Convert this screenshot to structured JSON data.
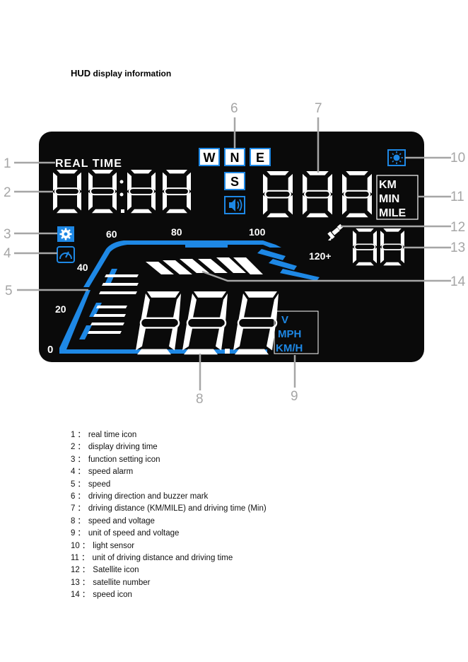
{
  "page": {
    "title_bold": "HUD",
    "title_rest": "display information"
  },
  "callouts": [
    "1",
    "2",
    "3",
    "4",
    "5",
    "6",
    "7",
    "8",
    "9",
    "10",
    "11",
    "12",
    "13",
    "14"
  ],
  "display": {
    "real_time_label": "REAL TIME",
    "directions": [
      "W",
      "N",
      "E",
      "S"
    ],
    "distance_units": [
      "KM",
      "MIN",
      "MILE"
    ],
    "speed_units": [
      "V",
      "MPH",
      "KM/H"
    ],
    "scale_labels": [
      "0",
      "20",
      "40",
      "60",
      "80",
      "100",
      "120+"
    ],
    "colors": {
      "screen_bg": "#0a0a0a",
      "accent_blue": "#1e88e5",
      "segment_white": "#ffffff",
      "callout_gray": "#a6a6a6"
    },
    "icons": [
      "gear-icon",
      "gauge-icon",
      "speaker-icon",
      "sun-icon",
      "satellite-icon"
    ]
  },
  "legend": [
    {
      "num": "1",
      "sep": "：",
      "text": "real time icon"
    },
    {
      "num": "2",
      "sep": "：",
      "text": "display driving time"
    },
    {
      "num": "3",
      "sep": "：",
      "text": "function setting icon"
    },
    {
      "num": "4",
      "sep": "：",
      "text": "speed alarm"
    },
    {
      "num": "5",
      "sep": "：",
      "text": "speed"
    },
    {
      "num": "6",
      "sep": "：",
      "text": "driving direction and buzzer mark"
    },
    {
      "num": "7",
      "sep": "：",
      "text": "driving distance (KM/MILE) and driving time (Min)"
    },
    {
      "num": "8",
      "sep": "：",
      "text": "speed and voltage"
    },
    {
      "num": "9",
      "sep": "：",
      "text": "unit of speed and voltage"
    },
    {
      "num": "10",
      "sep": "：",
      "text": "light sensor"
    },
    {
      "num": "11",
      "sep": "：",
      "text": "unit of driving distance and driving time"
    },
    {
      "num": "12",
      "sep": "：",
      "text": "Satellite icon"
    },
    {
      "num": "13",
      "sep": "：",
      "text": "satellite number"
    },
    {
      "num": "14",
      "sep": "：",
      "text": "speed icon"
    }
  ]
}
